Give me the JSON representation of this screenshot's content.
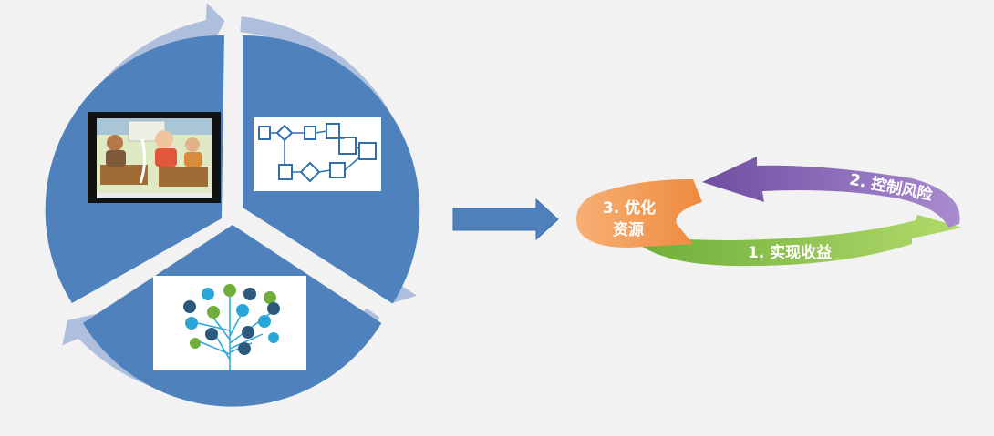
{
  "colors": {
    "background": "#f2f2f2",
    "outer_ring": "#aebfdd",
    "sector_fill": "#4f81bd",
    "flow_arrow": "#4f81bd",
    "cycle_green": "#8fc74a",
    "cycle_purple": "#8e6bb8",
    "cycle_orange": "#f0914a",
    "cycle_text": "#ffffff"
  },
  "cycle": {
    "step1_label": "1. 实现收益",
    "step2_label": "2. 控制风险",
    "step3_line1": "3. 优化",
    "step3_line2": "资源"
  },
  "icons": {
    "cartoon": "office-meeting-cartoon",
    "flowchart": "process-flowchart",
    "network": "technology-icon-tree"
  }
}
